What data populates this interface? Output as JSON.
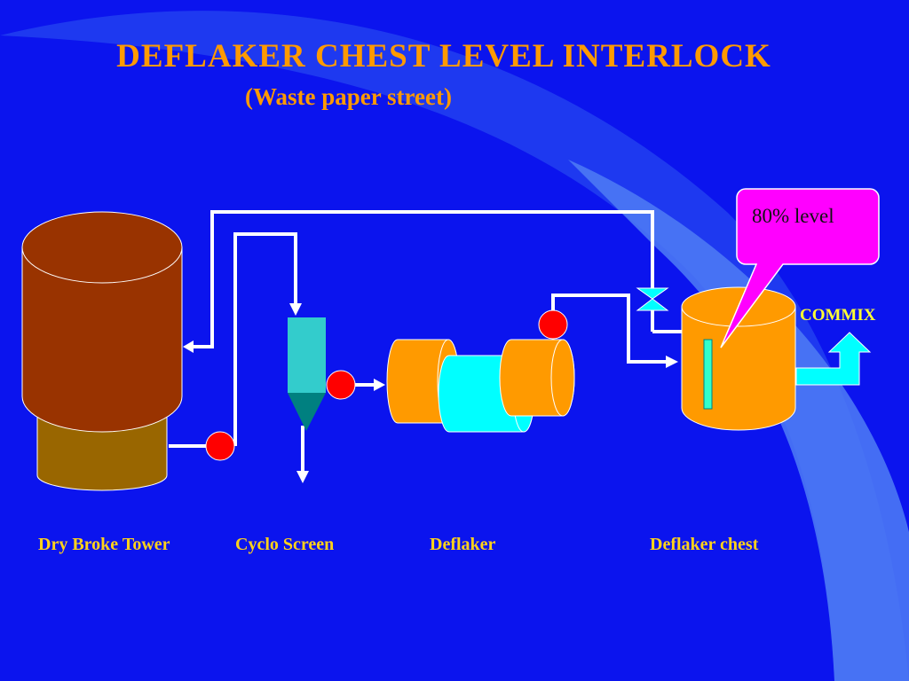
{
  "slide": {
    "title": "DEFLAKER  CHEST  LEVEL  INTERLOCK",
    "subtitle": "(Waste paper street)"
  },
  "callout": {
    "text": "80% level"
  },
  "outlet": {
    "label": "COMMIX"
  },
  "equipment_labels": {
    "dry_broke_tower": "Dry Broke Tower",
    "cyclo_screen": "Cyclo Screen",
    "deflaker": "Deflaker",
    "deflaker_chest": "Deflaker chest"
  },
  "colors": {
    "background": "#0b14ee",
    "title": "#ff9a00",
    "captions": "#ffd21a",
    "tower_top": "#993300",
    "tower_base": "#996600",
    "deflaker_orange": "#ff9a00",
    "deflaker_cyan": "#00ffff",
    "pump_red": "#ff0000",
    "callout_magenta": "#ff00ff",
    "pipe": "#ffffff"
  }
}
